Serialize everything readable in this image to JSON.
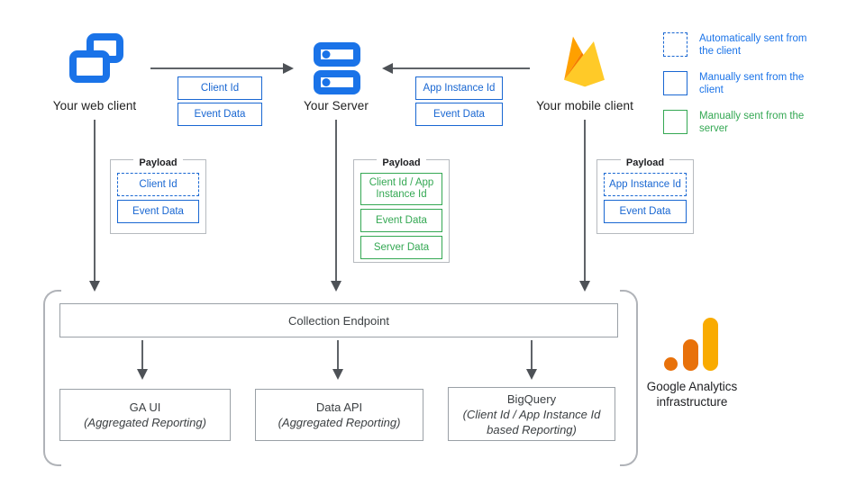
{
  "nodes": {
    "web_client": {
      "label": "Your web client"
    },
    "server": {
      "label": "Your Server"
    },
    "mobile_client": {
      "label": "Your mobile client"
    }
  },
  "flows": {
    "web_to_server": {
      "items": [
        "Client Id",
        "Event Data"
      ]
    },
    "mobile_to_server": {
      "items": [
        "App Instance Id",
        "Event Data"
      ]
    }
  },
  "payloads": {
    "web": {
      "title": "Payload",
      "items": [
        {
          "label": "Client Id",
          "style": "dashed-blue"
        },
        {
          "label": "Event Data",
          "style": "solid-blue"
        }
      ]
    },
    "server": {
      "title": "Payload",
      "items": [
        {
          "label": "Client Id / App Instance Id",
          "style": "green"
        },
        {
          "label": "Event Data",
          "style": "green"
        },
        {
          "label": "Server Data",
          "style": "green"
        }
      ]
    },
    "mobile": {
      "title": "Payload",
      "items": [
        {
          "label": "App Instance Id",
          "style": "dashed-blue"
        },
        {
          "label": "Event Data",
          "style": "solid-blue"
        }
      ]
    }
  },
  "legend": {
    "items": [
      {
        "label": "Automatically sent from the client",
        "style": "dashed-blue"
      },
      {
        "label": "Manually sent from the client",
        "style": "solid-blue"
      },
      {
        "label": "Manually sent from the server",
        "style": "solid-green"
      }
    ]
  },
  "infrastructure": {
    "collection_endpoint": "Collection Endpoint",
    "outputs": [
      {
        "title": "GA UI",
        "subtitle": "(Aggregated Reporting)"
      },
      {
        "title": "Data API",
        "subtitle": "(Aggregated Reporting)"
      },
      {
        "title": "BigQuery",
        "subtitle": "(Client Id / App Instance Id based Reporting)"
      }
    ],
    "brand": {
      "line1": "Google Analytics",
      "line2": "infrastructure"
    }
  },
  "colors": {
    "blue": "#1967d2",
    "green": "#34a853",
    "arrow_gray": "#5f6368",
    "ga_orange_dark": "#e8710a",
    "ga_amber": "#f9ab00",
    "firebase_yellow": "#ffca28",
    "firebase_orange": "#ffa000"
  }
}
